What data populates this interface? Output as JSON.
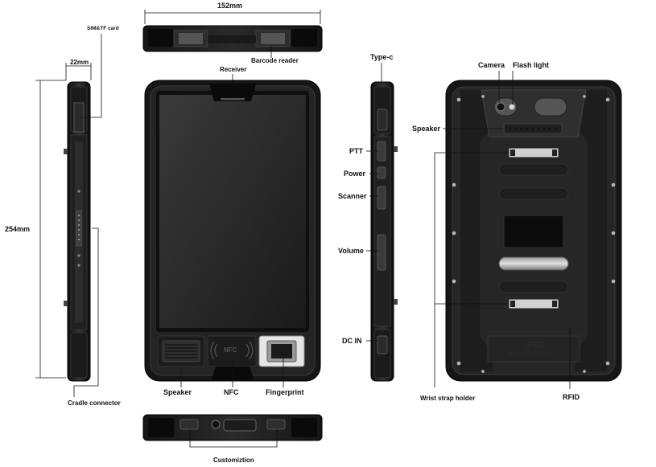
{
  "dimensions": {
    "width": "152mm",
    "depth": "22mm",
    "height": "254mm"
  },
  "top_view": {
    "labels": {
      "sim_tf_card": "SIM&TF card",
      "barcode_reader": "Barcode reader"
    }
  },
  "front_view": {
    "labels": {
      "receiver": "Receiver",
      "speaker": "Speaker",
      "nfc": "NFC",
      "fingerprint": "Fingerprint"
    },
    "nfc_glyph": "NFC"
  },
  "side_left": {
    "labels": {
      "cradle_connector": "Cradle connector"
    }
  },
  "side_right": {
    "labels": {
      "type_c": "Type-c",
      "ptt": "PTT",
      "power": "Power",
      "scanner": "Scanner",
      "volume": "Volume",
      "dc_in": "DC IN"
    }
  },
  "back_view": {
    "labels": {
      "camera": "Camera",
      "flash_light": "Flash light",
      "speaker": "Speaker",
      "wrist_strap_holder": "Wrist strap holder",
      "rfid": "RFID"
    },
    "embossed": {
      "rating": "IP68",
      "subtitle": "H30 SUBMERSIBLE"
    }
  },
  "bottom_view": {
    "labels": {
      "customization": "Customiztion"
    }
  },
  "colors": {
    "body": "#1f1f1f",
    "edge": "#3a3a3a",
    "screen": "#2a2a2a",
    "line": "#111111"
  }
}
